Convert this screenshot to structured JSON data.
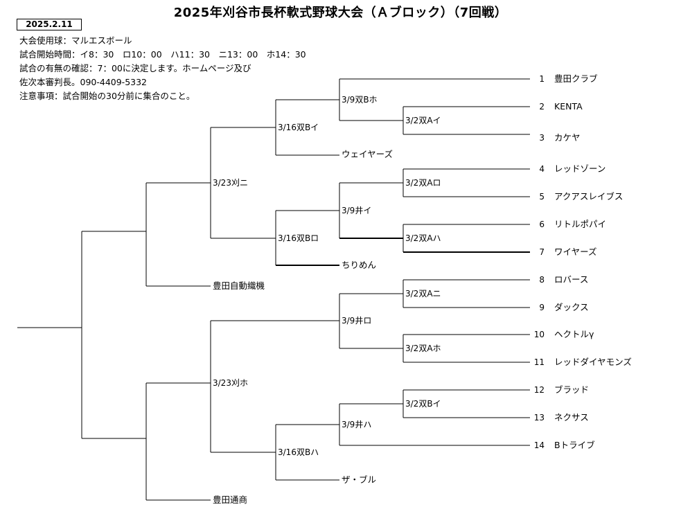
{
  "title": "2025年刈谷市長杯軟式野球大会（Ａブロック）（7回戦）",
  "date": "2025.2.11",
  "info": [
    "大会使用球：マルエスボール",
    "試合開始時間：イ8：30　ロ10：00　ハ11：30　ニ13：00　ホ14：30",
    "試合の有無の確認：7：00に決定します。ホームページ及び",
    "佐次本審判長。090-4409-5332",
    "注意事項：試合開始の30分前に集合のこと。"
  ],
  "teams": [
    {
      "num": "1",
      "name": "豊田クラブ"
    },
    {
      "num": "2",
      "name": "KENTA"
    },
    {
      "num": "3",
      "name": "カケヤ"
    },
    {
      "num": "4",
      "name": "レッドゾーン"
    },
    {
      "num": "5",
      "name": "アクアスレイブス"
    },
    {
      "num": "6",
      "name": "リトルポパイ"
    },
    {
      "num": "7",
      "name": "ワイヤーズ"
    },
    {
      "num": "8",
      "name": "ロバース"
    },
    {
      "num": "9",
      "name": "ダックス"
    },
    {
      "num": "10",
      "name": "ヘクトルγ"
    },
    {
      "num": "11",
      "name": "レッドダイヤモンズ"
    },
    {
      "num": "12",
      "name": "ブラッド"
    },
    {
      "num": "13",
      "name": "ネクサス"
    },
    {
      "num": "14",
      "name": "Bトライブ"
    }
  ],
  "byes": [
    "ウェイヤーズ",
    "ちりめん",
    "豊田自動織機",
    "ザ・ブル",
    "豊田通商"
  ],
  "matches": {
    "r1": [
      "3/2双Aイ",
      "3/2双Aロ",
      "3/2双Aハ",
      "3/2双Aニ",
      "3/2双Aホ",
      "3/2双Bイ"
    ],
    "r2": [
      "3/9双Bホ",
      "3/9井イ",
      "3/9井ロ",
      "3/9井ハ"
    ],
    "r3": [
      "3/16双Bイ",
      "3/16双Bロ",
      "3/16双Bハ"
    ],
    "r4": [
      "3/23刈ニ",
      "3/23刈ホ"
    ]
  }
}
